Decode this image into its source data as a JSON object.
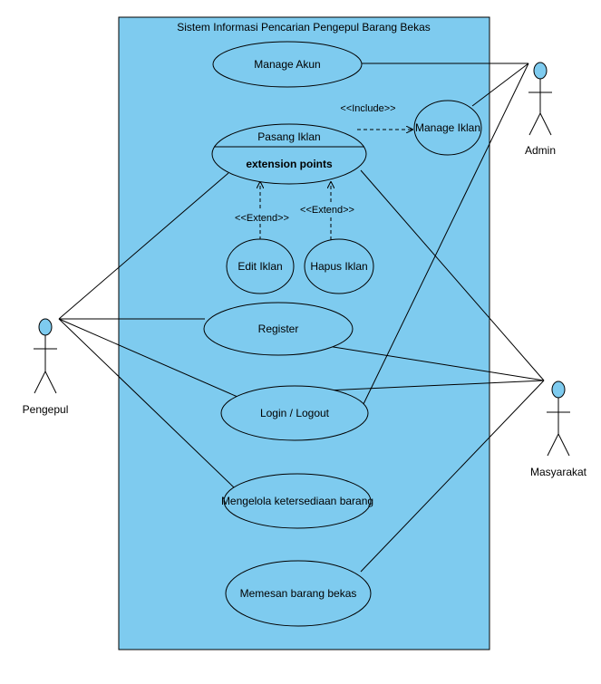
{
  "system": {
    "title": "Sistem Informasi Pencarian Pengepul Barang Bekas",
    "fill": "#7ecbef",
    "use_case_fill": "#7ecbef",
    "actor_head_fill": "#7ecbef",
    "line_color": "#000000"
  },
  "actors": {
    "admin": "Admin",
    "pengepul": "Pengepul",
    "masyarakat": "Masyarakat"
  },
  "use_cases": {
    "manage_akun": "Manage Akun",
    "manage_iklan": "Manage Iklan",
    "pasang_iklan": "Pasang Iklan",
    "extension_points": "extension points",
    "edit_iklan": "Edit Iklan",
    "hapus_iklan": "Hapus Iklan",
    "register": "Register",
    "login_logout": "Login / Logout",
    "mengelola": "Mengelola ketersediaan barang",
    "memesan": "Memesan barang bekas"
  },
  "relations": {
    "include": "<<Include>>",
    "extend_left": "<<Extend>>",
    "extend_right": "<<Extend>>"
  }
}
